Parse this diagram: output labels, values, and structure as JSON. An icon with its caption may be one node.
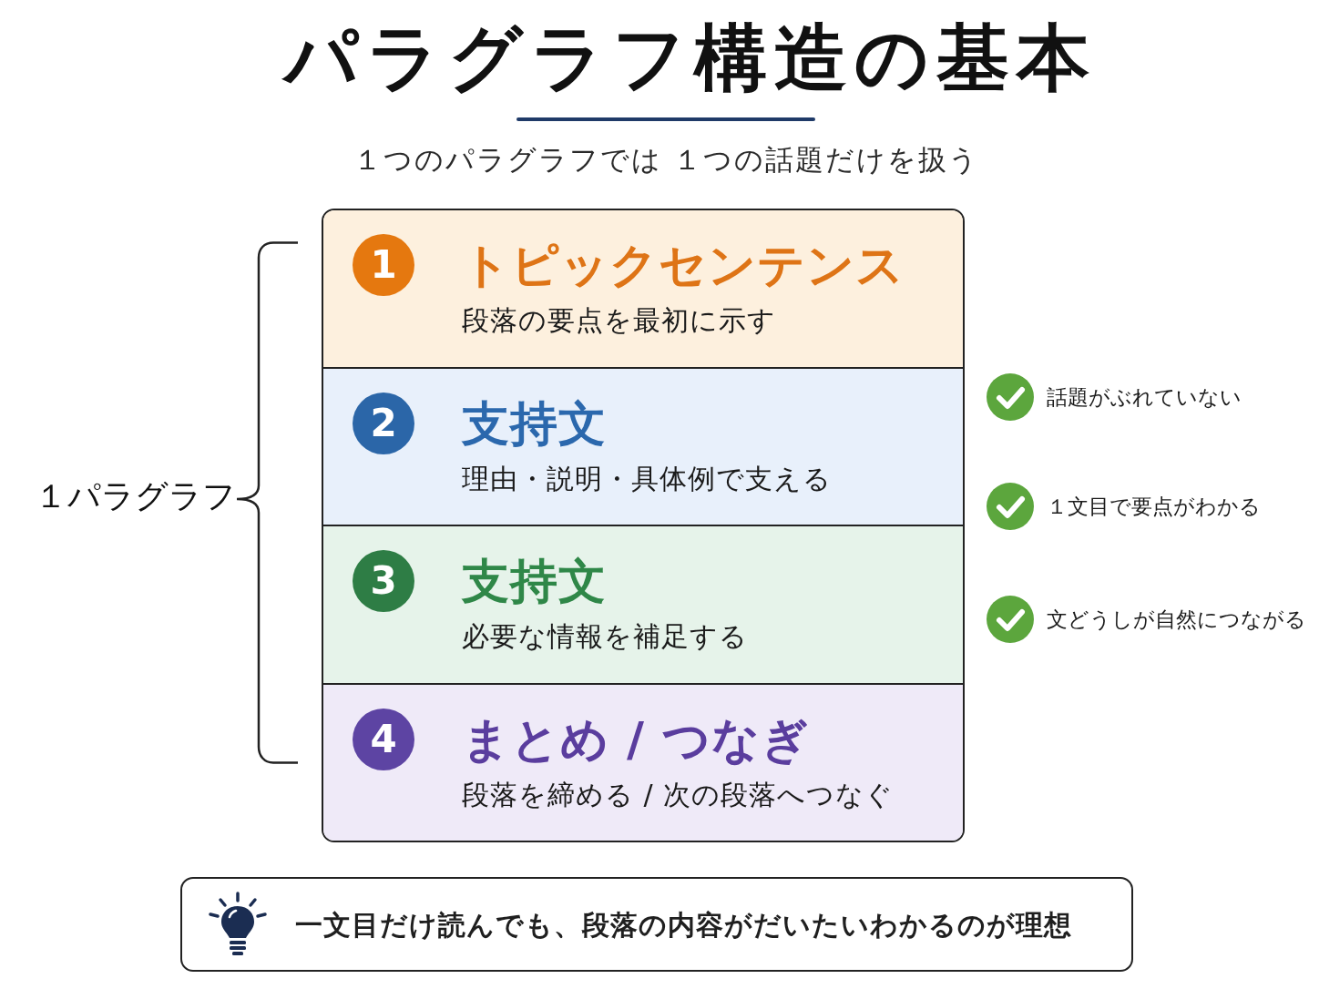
{
  "diagram": {
    "title": "パラグラフ構造の基本",
    "nodes": [
      {
        "text": [
          "トピックセンテンス",
          "段落の要点を最初に示す"
        ]
      },
      {
        "text": [
          "1"
        ],
        "in": 0
      },
      {
        "text": [
          "支持文",
          "理由・説明・具体例で支える"
        ]
      },
      {
        "text": [
          "2"
        ],
        "in": 2
      },
      {
        "text": [
          "支持文",
          "必要な情報を補足する"
        ]
      },
      {
        "text": [
          "3"
        ],
        "in": 4
      },
      {
        "text": [
          "まとめ / つなぎ",
          "段落を締める / 次の段落へつなぐ"
        ]
      },
      {
        "text": [
          "4"
        ],
        "in": 6
      },
      {
        "text": [
          "一文目だけ読んでも、段落の内容がだいたいわかるのが理想"
        ]
      }
    ],
    "labels": [
      "１つのパラグラフでは １つの話題だけを扱う",
      "１パラグラフ",
      "話題がぶれていない",
      "１文目で要点がわかる",
      "文どうしが自然につながる"
    ]
  }
}
